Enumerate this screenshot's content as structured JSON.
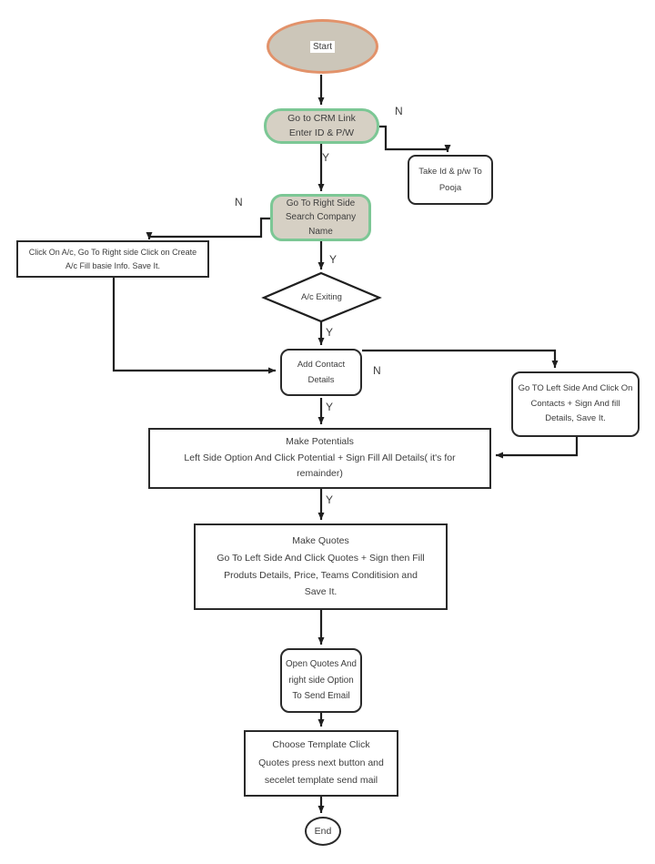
{
  "flowchart": {
    "nodes": {
      "start": "Start",
      "crm_login": "Go to CRM Link\nEnter ID & P/W",
      "take_id": "Take Id & p/w To\nPooja",
      "search_company": "Go To Right Side\nSearch Company\nName",
      "create_account": "Click On A/c, Go To Right side Click on Create\nA/c Fill basie Info. Save It.",
      "account_existing": "A/c Exiting",
      "add_contact": "Add Contact\nDetails",
      "contacts_left_side": "Go TO Left Side And Click On\nContacts + Sign And fill\nDetails, Save It.",
      "make_potentials": "Make Potentials\nLeft Side Option And Click Potential + Sign Fill All Details( it's for\nremainder)",
      "make_quotes": "Make Quotes\nGo To Left Side And Click Quotes + Sign then Fill\nProduts Details, Price, Teams Conditision and\nSave It.",
      "open_quotes": "Open Quotes And\nright side Option\nTo Send Email",
      "choose_template": "Choose Template Click\nQuotes press next button and\nsecelet template send mail",
      "end": "End"
    },
    "branch_labels": {
      "crm_no": "N",
      "crm_yes": "Y",
      "search_no": "N",
      "search_yes": "Y",
      "existing_yes": "Y",
      "contact_no": "N",
      "contact_yes": "Y",
      "potentials_yes": "Y"
    },
    "colors": {
      "background": "#ffffff",
      "terminator_fill": "#ccc6b9",
      "terminator_border": "#e2926a",
      "green_process_fill": "#d6d0c4",
      "green_process_border": "#7cc795",
      "node_border": "#2a2a2a",
      "connector": "#1f1f1f",
      "text": "#3d3d3d"
    }
  }
}
